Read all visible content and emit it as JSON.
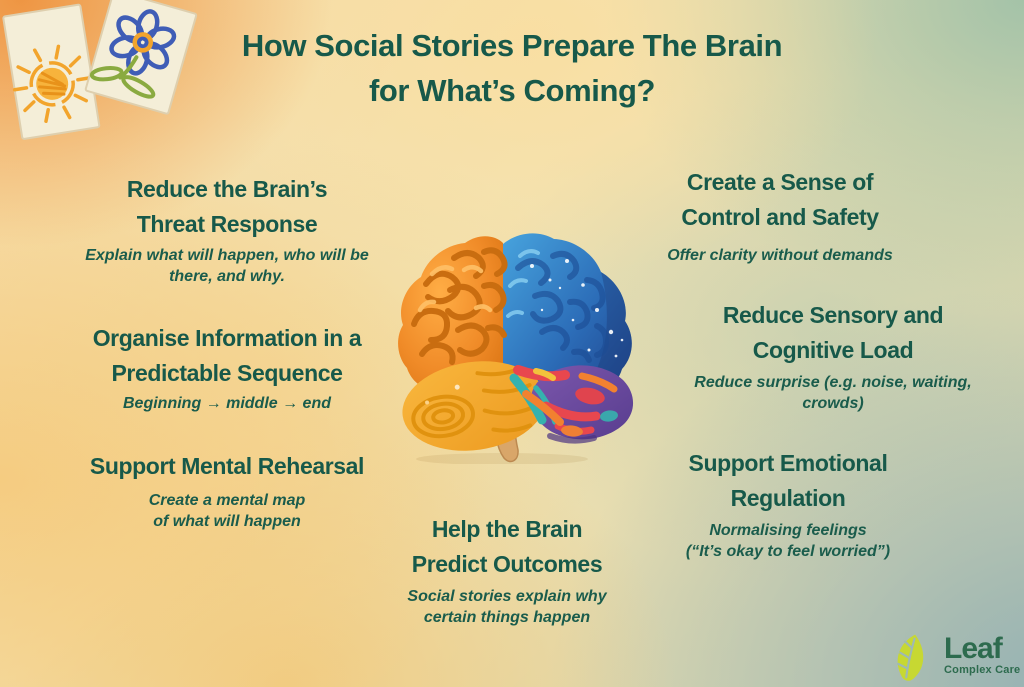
{
  "title": "How Social Stories Prepare The Brain\nfor What’s Coming?",
  "sections": {
    "reduce_threat": {
      "heading": "Reduce the Brain’s\nThreat Response",
      "subtext": "Explain what will happen, who will be\nthere, and why."
    },
    "organise_sequence": {
      "heading": "Organise Information in a\nPredictable Sequence",
      "subtext": "Beginning → middle → end"
    },
    "mental_rehearsal": {
      "heading": "Support Mental Rehearsal",
      "subtext": "Create a mental map\nof what will happen"
    },
    "control_safety": {
      "heading": "Create a Sense of\nControl and Safety",
      "subtext": "Offer clarity without demands"
    },
    "sensory_load": {
      "heading": "Reduce Sensory and\nCognitive Load",
      "subtext": "Reduce surprise (e.g. noise, waiting,\ncrowds)"
    },
    "emotional_regulation": {
      "heading": "Support Emotional\nRegulation",
      "subtext": "Normalising feelings\n(“It’s okay to feel worried”)"
    },
    "predict_outcomes": {
      "heading": "Help the Brain\nPredict Outcomes",
      "subtext": "Social stories explain why\ncertain things happen"
    }
  },
  "logo": {
    "wordmark": "Leaf",
    "tagline": "Complex Care"
  },
  "illustrations": {
    "brain": "painted brain, orange left hemisphere, blue right hemisphere",
    "drawings": "child drawings of a sun and a flower on paper cards"
  },
  "colors": {
    "text_green": "#17594a",
    "logo_green": "#2d6b4e",
    "leaf_lime": "#c7d832",
    "brain_orange": "#f08b28",
    "brain_blue": "#2c6db8",
    "brain_purple": "#6e4ca0"
  }
}
